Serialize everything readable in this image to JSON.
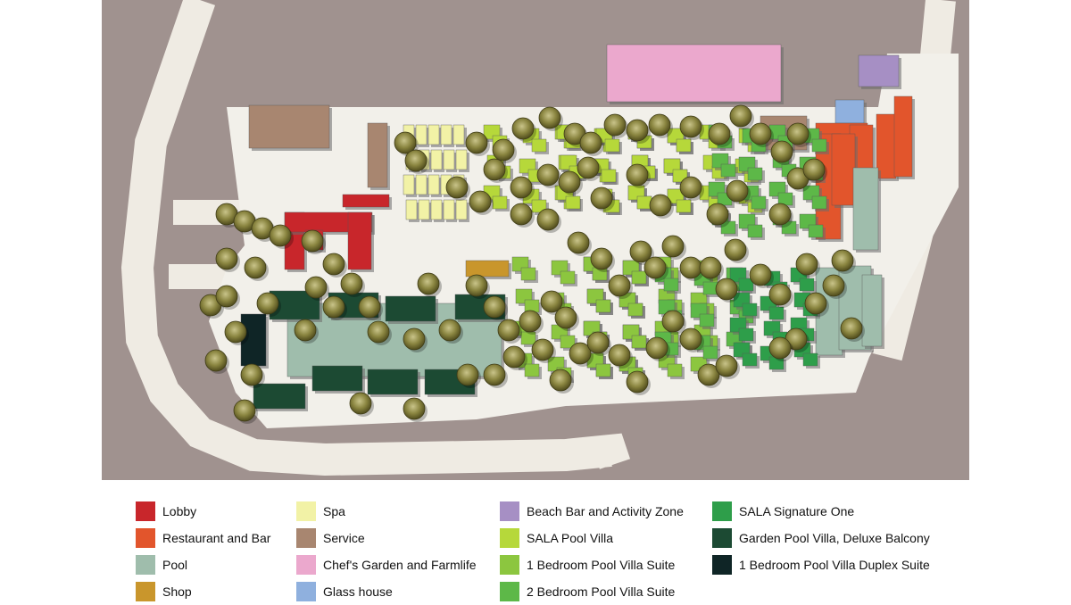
{
  "map": {
    "colors": {
      "ground": "#a0928f",
      "road": "#efebe3",
      "site": "#f2f0ea",
      "building_shadow": "#6b6b6b",
      "tree": "#6e6a2c"
    }
  },
  "legend": {
    "items": [
      {
        "label": "Lobby",
        "color": "#c8262b"
      },
      {
        "label": "Restaurant and Bar",
        "color": "#e2552c"
      },
      {
        "label": "Pool",
        "color": "#9fbdac"
      },
      {
        "label": "Shop",
        "color": "#c9962c"
      },
      {
        "label": "Spa",
        "color": "#f2f2a6"
      },
      {
        "label": "Service",
        "color": "#a88670"
      },
      {
        "label": "Chef's Garden and Farmlife",
        "color": "#eba8cd"
      },
      {
        "label": "Glass house",
        "color": "#8fb0de"
      },
      {
        "label": "Beach Bar and Activity Zone",
        "color": "#a68fc4"
      },
      {
        "label": "SALA Pool Villa",
        "color": "#b6d83a"
      },
      {
        "label": "1 Bedroom Pool Villa Suite",
        "color": "#8cc63f"
      },
      {
        "label": "2 Bedroom Pool Villa Suite",
        "color": "#5db848"
      },
      {
        "label": "SALA Signature One",
        "color": "#2e9e4a"
      },
      {
        "label": "Garden Pool Villa, Deluxe Balcony",
        "color": "#1c4a33"
      },
      {
        "label": "1 Bedroom Pool Villa Duplex Suite",
        "color": "#0f2526"
      }
    ]
  }
}
